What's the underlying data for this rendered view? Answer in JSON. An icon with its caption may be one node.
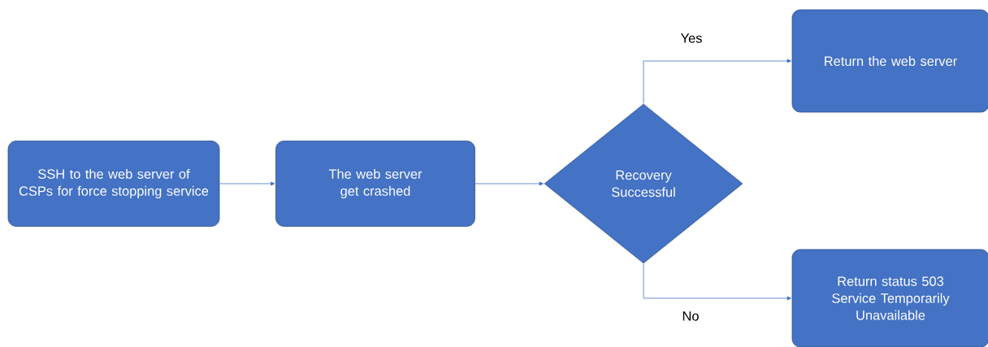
{
  "diagram": {
    "nodes": [
      {
        "text": [
          "SSH to the web server of CSPs for force stopping service"
        ]
      },
      {
        "text": [
          "The web server get crashed"
        ]
      },
      {
        "text": [
          "Recovery Successful"
        ]
      },
      {
        "text": [
          "Return the web server"
        ]
      },
      {
        "text": [
          "Return status 503 Service Temporarily Unavailable"
        ]
      }
    ],
    "edges": [
      {
        "from": 0,
        "to": 1,
        "arrow": "to"
      },
      {
        "from": 1,
        "to": 2,
        "arrow": "to"
      },
      {
        "from": 2,
        "to": 3,
        "arrow": "to",
        "label": "Yes"
      },
      {
        "from": 2,
        "to": 4,
        "arrow": "to",
        "label": "No"
      }
    ]
  }
}
